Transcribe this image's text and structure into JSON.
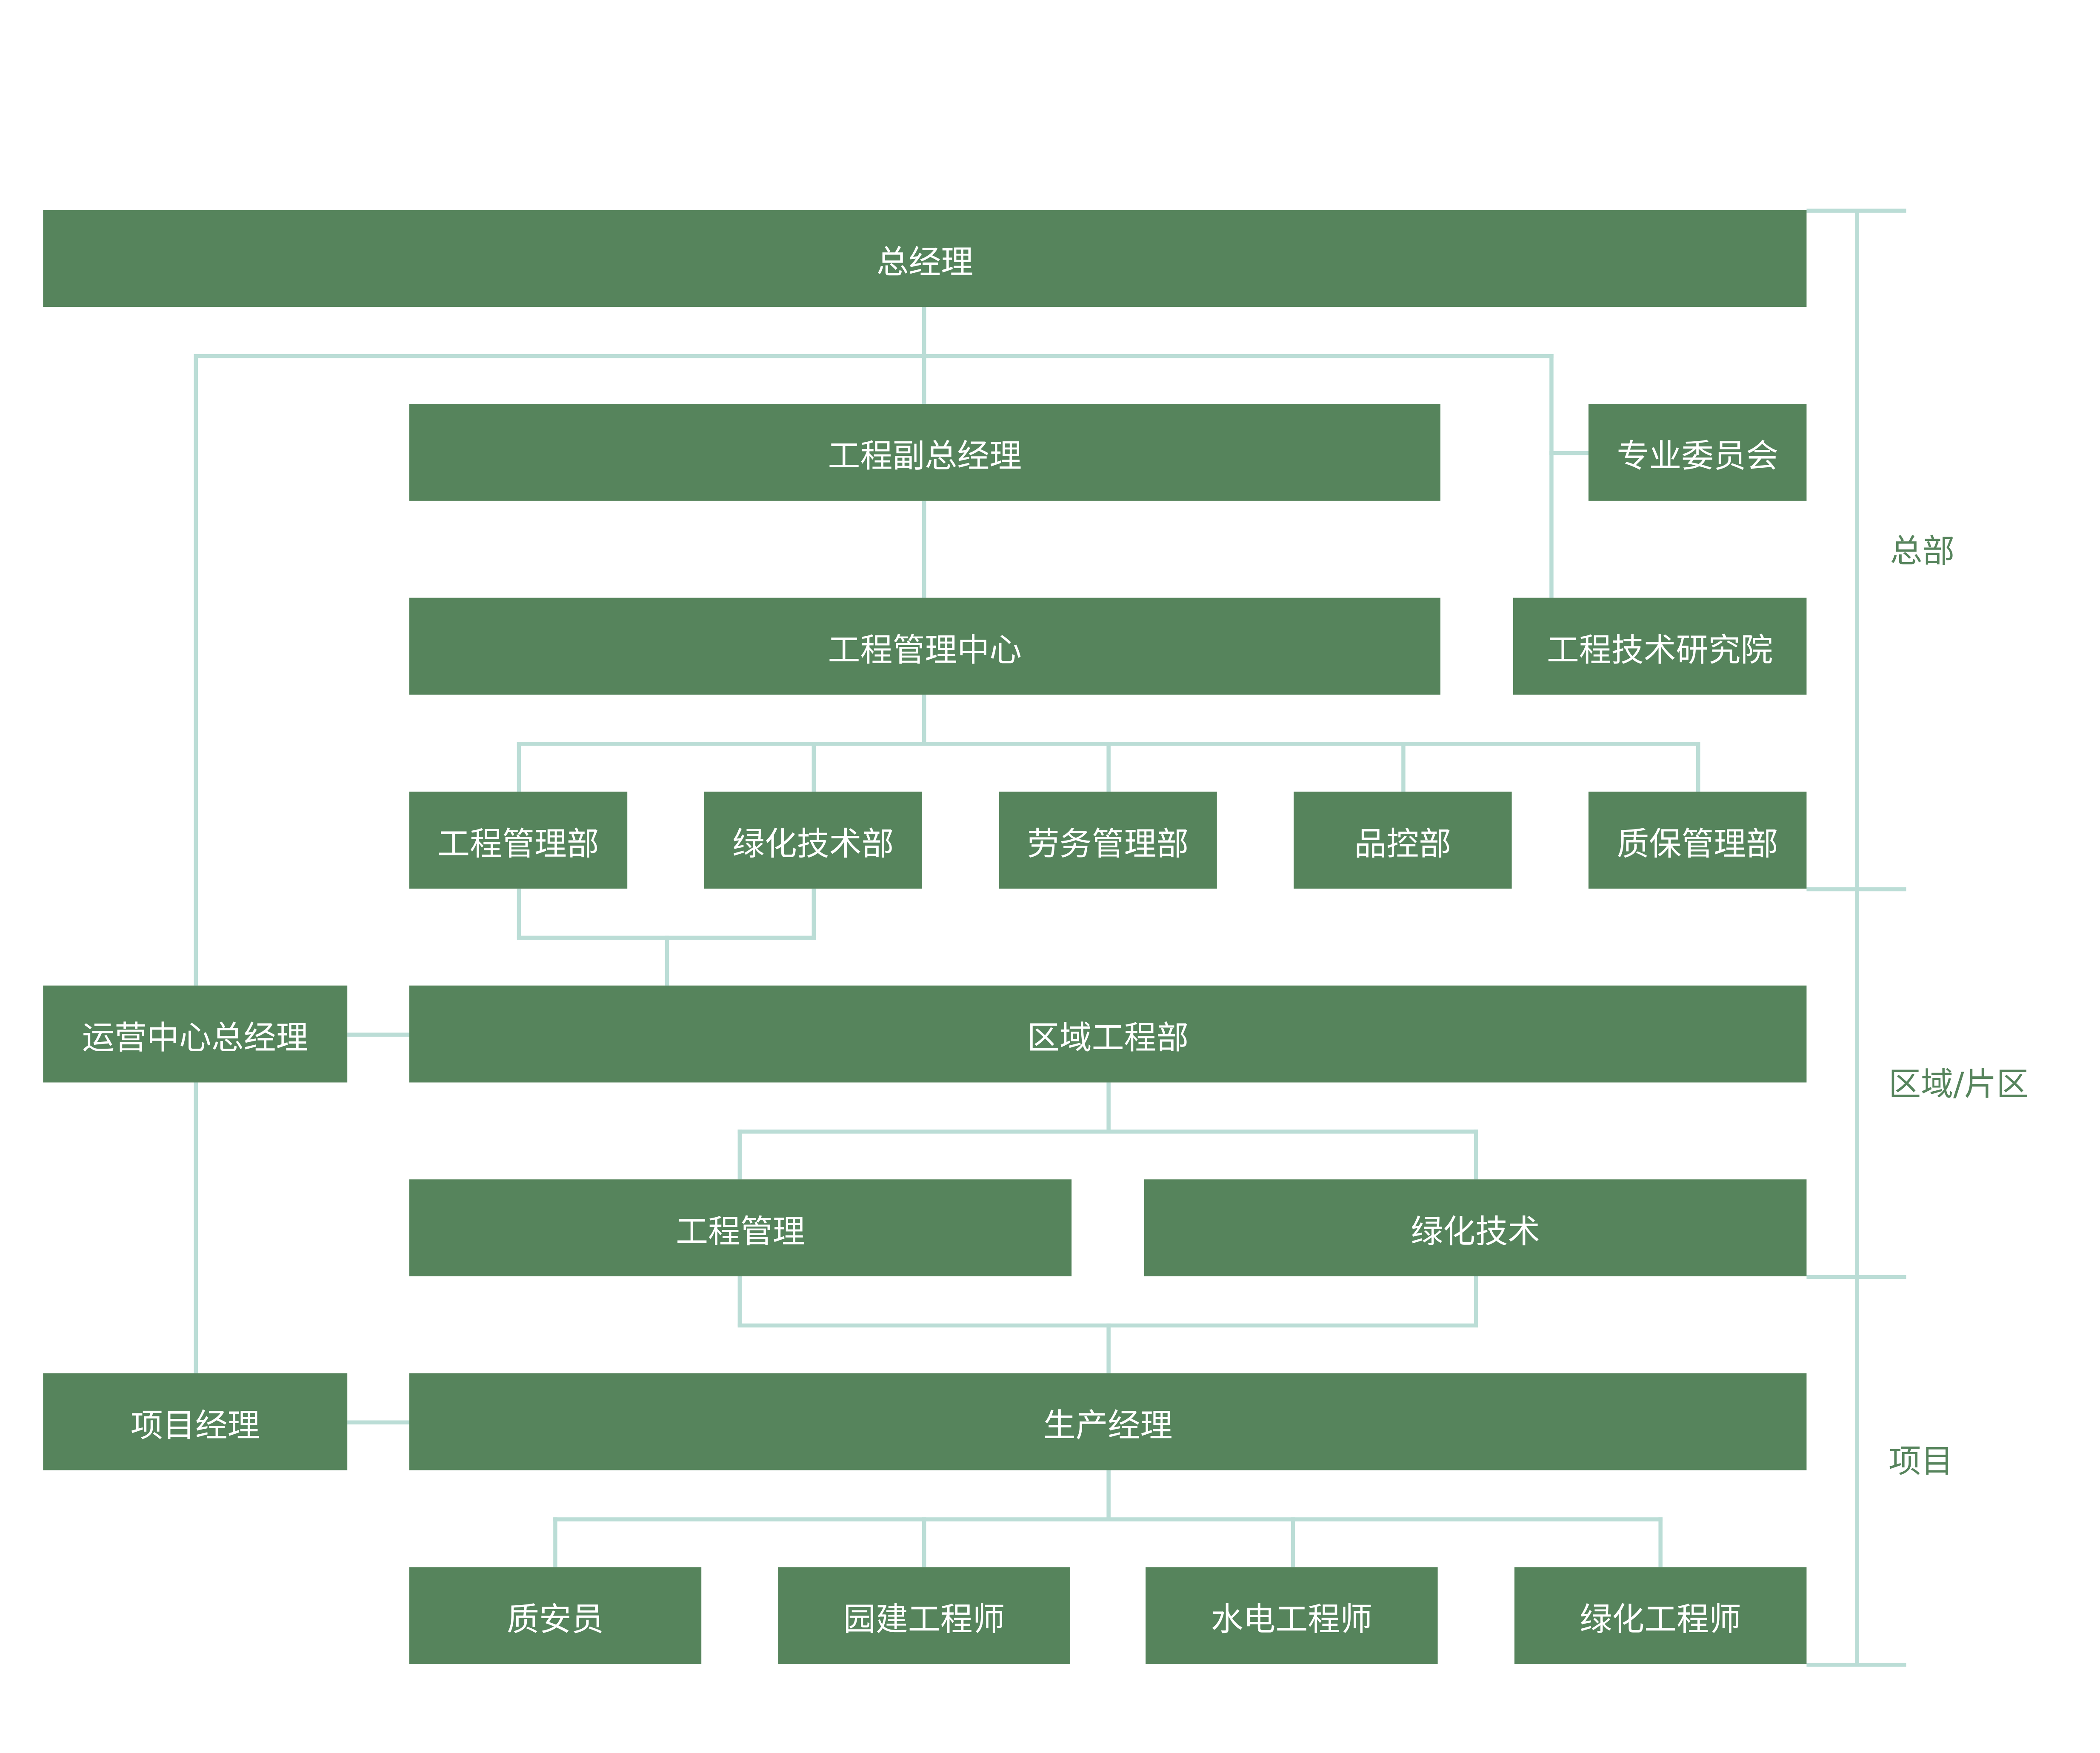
{
  "colors": {
    "box": "#56845C",
    "line": "#BBDDD6",
    "label": "#56845C",
    "box_text": "#FFFFFF"
  },
  "nodes": {
    "gm": "总经理",
    "deputy": "工程副总经理",
    "committee": "专业委员会",
    "center": "工程管理中心",
    "institute": "工程技术研究院",
    "depts": [
      "工程管理部",
      "绿化技术部",
      "劳务管理部",
      "品控部",
      "质保管理部"
    ],
    "ops_gm": "运营中心总经理",
    "regional": "区域工程部",
    "reg_eng": "工程管理",
    "reg_green": "绿化技术",
    "pm": "项目经理",
    "prod": "生产经理",
    "staff": [
      "质安员",
      "园建工程师",
      "水电工程师",
      "绿化工程师"
    ]
  },
  "levels": [
    "总部",
    "区域/片区",
    "项目"
  ]
}
